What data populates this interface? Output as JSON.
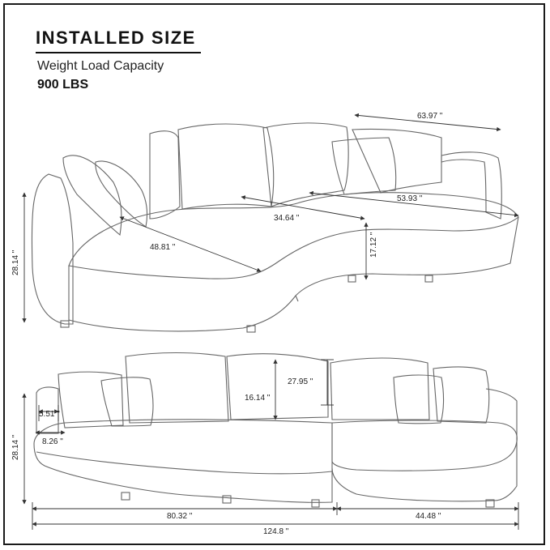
{
  "header": {
    "title": "INSTALLED SIZE",
    "subtitle": "Weight Load Capacity",
    "load": "900 LBS"
  },
  "dimensions": {
    "top_view": {
      "chaise_top": "63.97 \"",
      "chaise_length": "53.93 \"",
      "seat_center": "34.64 \"",
      "seat_diagonal": "48.81 \"",
      "seat_height": "17.12 \"",
      "overall_height": "28.14 \""
    },
    "front_view": {
      "back_height": "27.95 \"",
      "seat_height": "16.14 \"",
      "arm_width": "5.51 \"",
      "arm_depth": "8.26 \"",
      "overall_height": "28.14 \"",
      "left_width": "80.32 \"",
      "right_width": "44.48 \"",
      "total_width": "124.8 \""
    }
  },
  "colors": {
    "line": "#555555",
    "dim": "#333333"
  }
}
